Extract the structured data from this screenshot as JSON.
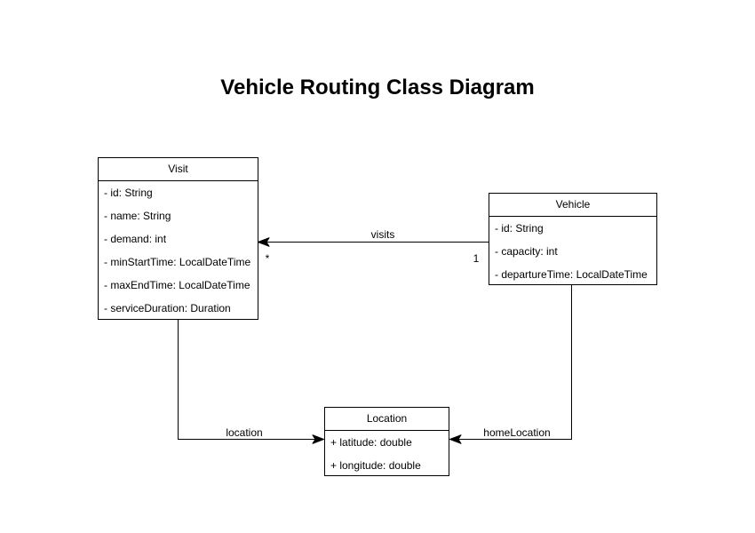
{
  "title": "Vehicle Routing Class Diagram",
  "classes": {
    "visit": {
      "name": "Visit",
      "attributes": [
        "- id: String",
        "- name: String",
        "- demand: int",
        "- minStartTime: LocalDateTime",
        "- maxEndTime: LocalDateTime",
        "- serviceDuration: Duration"
      ]
    },
    "vehicle": {
      "name": "Vehicle",
      "attributes": [
        "- id: String",
        "- capacity: int",
        "- departureTime: LocalDateTime"
      ]
    },
    "location": {
      "name": "Location",
      "attributes": [
        "+ latitude: double",
        "+ longitude: double"
      ]
    }
  },
  "relationships": {
    "visits": {
      "label": "visits",
      "target_multiplicity": "*",
      "source_multiplicity": "1"
    },
    "location": {
      "label": "location"
    },
    "home_location": {
      "label": "homeLocation"
    }
  },
  "colors": {
    "background": "#ffffff",
    "box_fill": "#ffffff",
    "stroke": "#000000",
    "text": "#000000"
  }
}
